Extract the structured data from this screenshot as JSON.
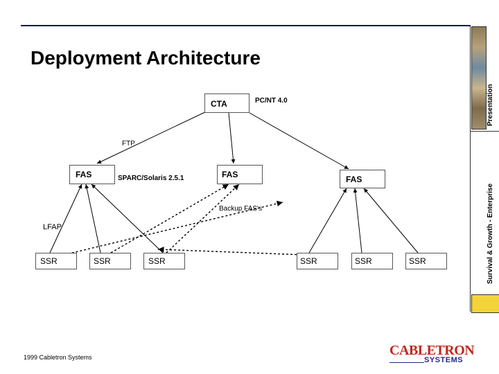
{
  "slide": {
    "title": "Deployment Architecture",
    "footer": "1999 Cabletron Systems"
  },
  "sidebar": {
    "presentation_label": "Presentation",
    "enterprise_label": "Survival & Growth - Enterprise"
  },
  "logo": {
    "top_text": "CABLETRON",
    "bottom_text": "SYSTEMS"
  },
  "diagram": {
    "cta": {
      "label": "CTA",
      "platform": "PC/NT 4.0"
    },
    "ftp_label": "FTP",
    "fas_left": {
      "label": "FAS",
      "platform": "SPARC/Solaris 2.5.1"
    },
    "fas_center": {
      "label": "FAS"
    },
    "fas_right": {
      "label": "FAS"
    },
    "backup_label": "Backup FAS's",
    "lfap_label": "LFAP",
    "ssr_nodes": [
      "SSR",
      "SSR",
      "SSR",
      "SSR",
      "SSR",
      "SSR"
    ]
  },
  "colors": {
    "title_rule": "#0b1a4a",
    "logo_red": "#c0281f",
    "logo_blue": "#1f2c83",
    "sidebar_yellow": "#f2d43a"
  }
}
